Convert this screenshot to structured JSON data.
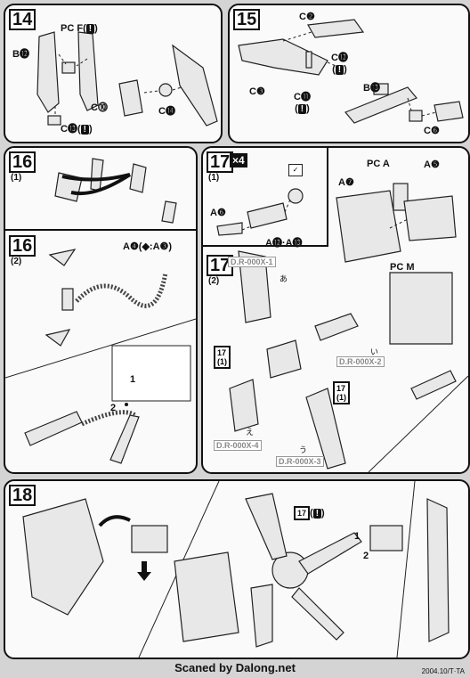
{
  "steps": {
    "s14": {
      "number": "14",
      "labels": {
        "b12": "B⓬",
        "pc_f": "PC F",
        "c10": "C⓾",
        "c13": "C⓭",
        "c14": "C⓮"
      },
      "caution": "!"
    },
    "s15": {
      "number": "15",
      "labels": {
        "c2": "C❷",
        "c12": "C⓬",
        "c3": "C❸",
        "c11": "C⓫",
        "b13": "B⓭",
        "c6": "C❻"
      },
      "caution": "!"
    },
    "s16_1": {
      "number": "16",
      "sub": "(1)"
    },
    "s16_2": {
      "number": "16",
      "sub": "(2)",
      "labels": {
        "a4_a3": "A❹(◆:A❸)"
      },
      "arrows": {
        "one": "1",
        "two": "2"
      }
    },
    "s17_1": {
      "number": "17",
      "sub": "(1)",
      "multiplier": "×4",
      "labels": {
        "a6": "A❻",
        "a12_a13": "A⓬·A⓭",
        "a7": "A❼",
        "pc_a": "PC A",
        "a5": "A❺",
        "pc_m": "PC M"
      }
    },
    "s17_2": {
      "number": "17",
      "sub": "(2)",
      "refs": {
        "r1": "17\n(1)",
        "r2": "17\n(1)"
      },
      "parts": {
        "p1": "D.R-000X-1",
        "p2": "D.R-000X-2",
        "p3": "D.R-000X-3",
        "p4": "D.R-000X-4"
      },
      "notes": {
        "n1": "あ",
        "n2": "い",
        "n3": "う",
        "n4": "え"
      }
    },
    "s18": {
      "number": "18",
      "ref": "17",
      "caution": "!",
      "arrows": {
        "one": "1",
        "two": "2"
      }
    }
  },
  "footer": {
    "credit": "Scaned by Dalong.net",
    "code": "2004.10/T·TA"
  }
}
